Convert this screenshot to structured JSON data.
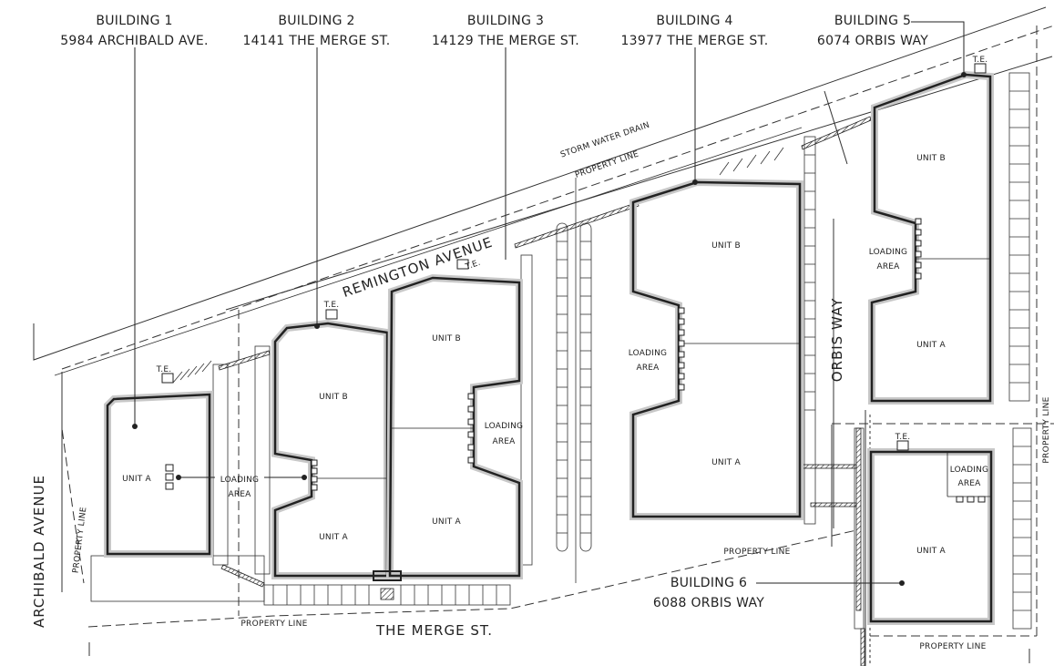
{
  "buildings": [
    {
      "name": "BUILDING 1",
      "address": "5984 ARCHIBALD AVE.",
      "units": [
        "UNIT A"
      ],
      "loading": "LOADING\nAREA"
    },
    {
      "name": "BUILDING 2",
      "address": "14141 THE MERGE ST.",
      "units": [
        "UNIT A",
        "UNIT B"
      ]
    },
    {
      "name": "BUILDING 3",
      "address": "14129 THE MERGE ST.",
      "units": [
        "UNIT A",
        "UNIT B"
      ],
      "loading": "LOADING\nAREA"
    },
    {
      "name": "BUILDING 4",
      "address": "13977 THE MERGE ST.",
      "units": [
        "UNIT A",
        "UNIT B"
      ],
      "loading": "LOADING\nAREA"
    },
    {
      "name": "BUILDING 5",
      "address": "6074 ORBIS WAY",
      "units": [
        "UNIT A",
        "UNIT B"
      ],
      "loading": "LOADING\nAREA"
    },
    {
      "name": "BUILDING 6",
      "address": "6088 ORBIS WAY",
      "units": [
        "UNIT A"
      ],
      "loading": "LOADING\nAREA"
    }
  ],
  "labels": {
    "loading_line1": "LOADING",
    "loading_line2": "AREA",
    "unit_a": "UNIT A",
    "unit_b": "UNIT B",
    "te": "T.E."
  },
  "streets": {
    "remington": "REMINGTON AVENUE",
    "archibald": "ARCHIBALD AVENUE",
    "merge": "THE MERGE ST.",
    "orbis": "ORBIS WAY",
    "storm_drain": "STORM WATER DRAIN",
    "property_line": "PROPERTY LINE"
  },
  "colors": {
    "ink": "#222222",
    "building_halo": "#c8c8c8",
    "background": "#ffffff"
  }
}
